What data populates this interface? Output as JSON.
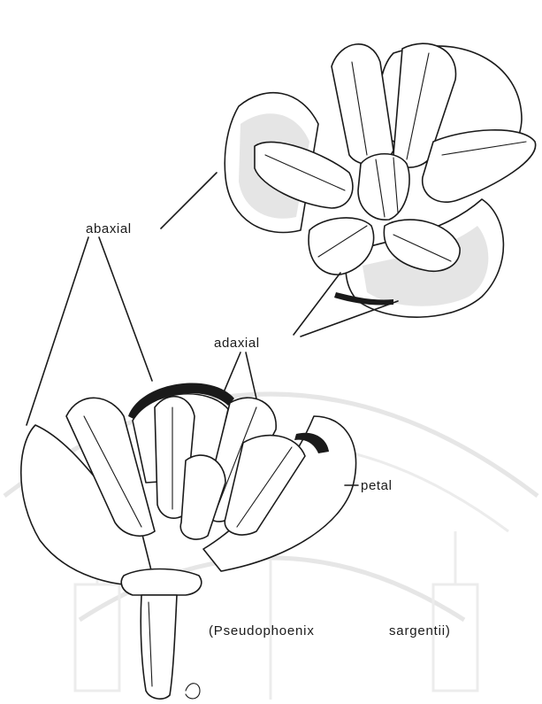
{
  "labels": {
    "abaxial": "abaxial",
    "adaxial": "adaxial",
    "petal": "petal"
  },
  "caption": {
    "species": "(Pseudophoenix",
    "epithet": "sargentii)"
  },
  "colors": {
    "ink": "#1a1a1a",
    "paper": "#ffffff",
    "watermark": "#e6e6e6"
  }
}
